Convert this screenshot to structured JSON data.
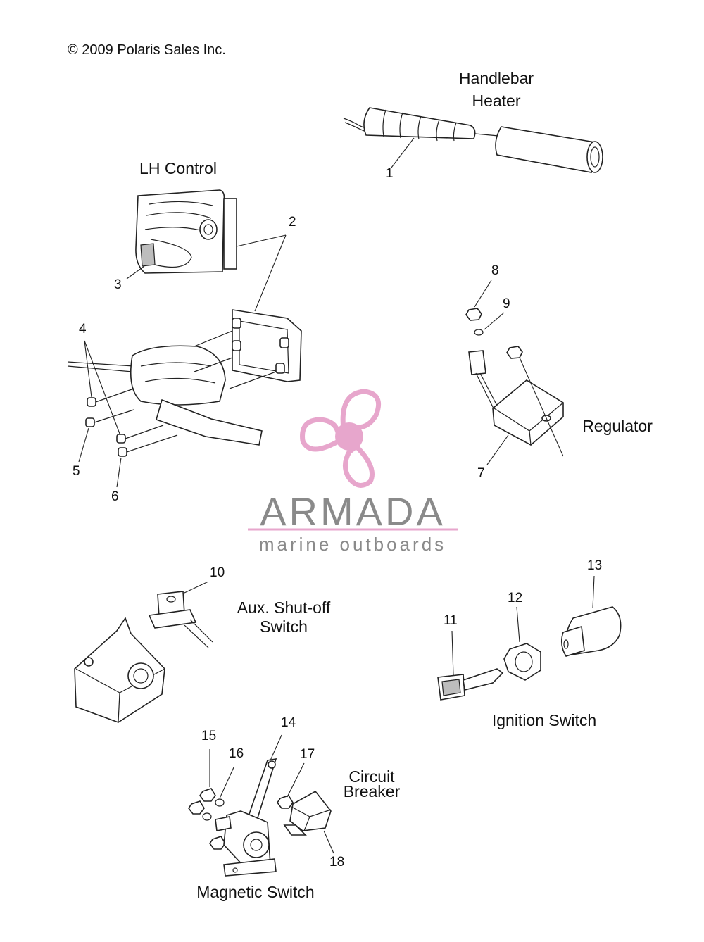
{
  "copyright": "© 2009 Polaris Sales Inc.",
  "sections": {
    "handlebar_heater": [
      "Handlebar",
      "Heater"
    ],
    "lh_control": "LH Control",
    "regulator": "Regulator",
    "aux_shutoff": [
      "Aux. Shut-off",
      "Switch"
    ],
    "ignition_switch": "Ignition Switch",
    "circuit_breaker": [
      "Circuit",
      "Breaker"
    ],
    "magnetic_switch": "Magnetic Switch"
  },
  "callouts": [
    "1",
    "2",
    "3",
    "4",
    "5",
    "6",
    "7",
    "8",
    "9",
    "10",
    "11",
    "12",
    "13",
    "14",
    "15",
    "16",
    "17",
    "18"
  ],
  "watermark": {
    "name": "ARMADA",
    "tagline": "marine outboards",
    "color": "#e7a6cc"
  },
  "icons": {
    "watermark_logo": "propeller-icon"
  }
}
